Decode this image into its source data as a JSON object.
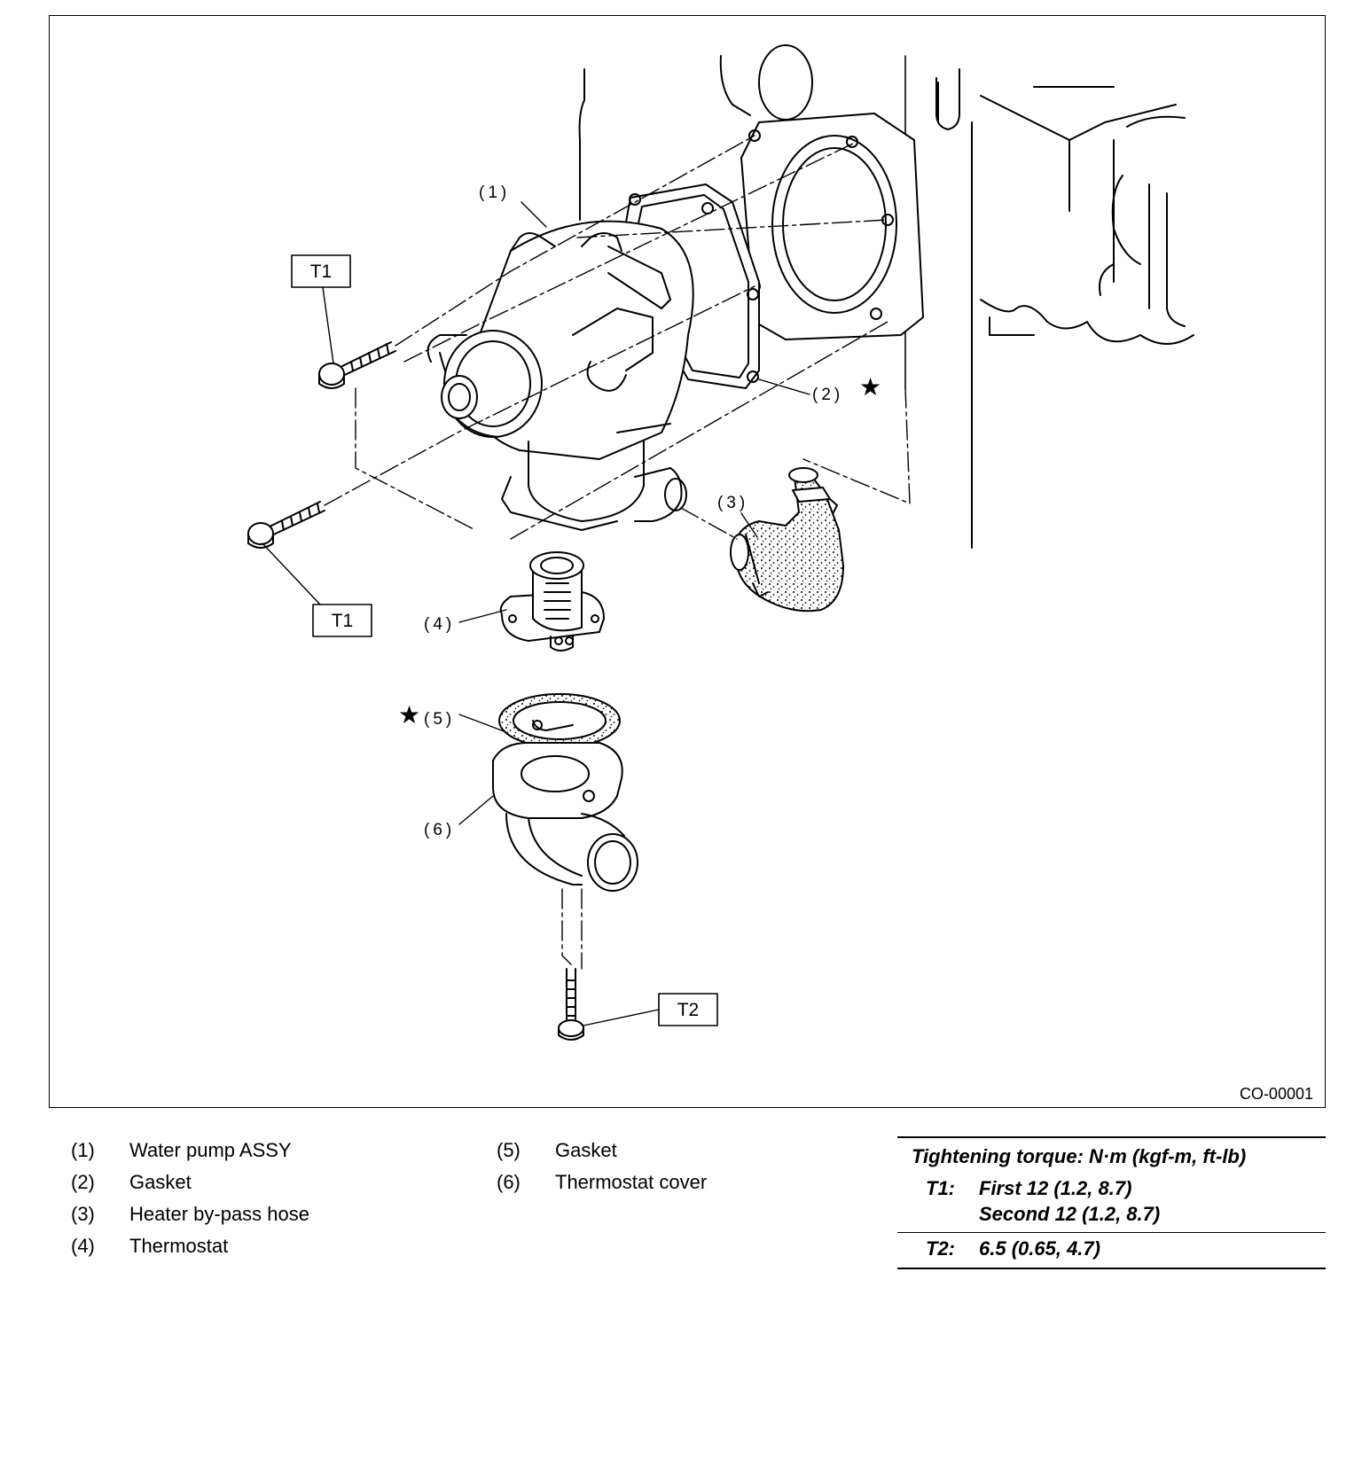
{
  "diagram": {
    "figure_id": "CO-00001",
    "callouts": {
      "c1": "(1)",
      "c2": "(2)",
      "c3": "(3)",
      "c4": "(4)",
      "c5": "(5)",
      "c6": "(6)"
    },
    "torque_boxes": {
      "t1_upper": "T1",
      "t1_lower": "T1",
      "t2": "T2"
    },
    "star_symbol": "★"
  },
  "legend": {
    "items": [
      {
        "num": "(1)",
        "label": "Water pump ASSY"
      },
      {
        "num": "(2)",
        "label": "Gasket"
      },
      {
        "num": "(3)",
        "label": "Heater by-pass hose"
      },
      {
        "num": "(4)",
        "label": "Thermostat"
      },
      {
        "num": "(5)",
        "label": "Gasket"
      },
      {
        "num": "(6)",
        "label": "Thermostat cover"
      }
    ]
  },
  "torque": {
    "heading": "Tightening torque: N·m (kgf-m, ft-lb)",
    "t1_key": "T1:",
    "t1_first": "First 12 (1.2, 8.7)",
    "t1_second": "Second 12 (1.2, 8.7)",
    "t2_key": "T2:",
    "t2_value": "6.5 (0.65, 4.7)"
  }
}
